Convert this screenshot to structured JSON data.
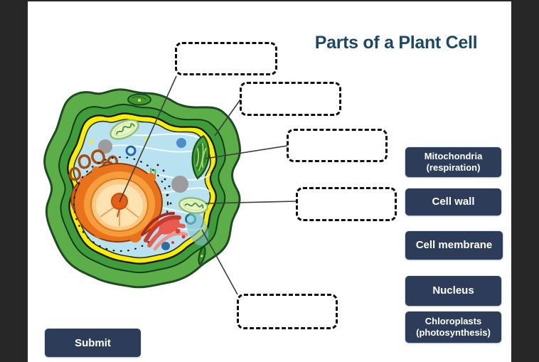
{
  "title": "Parts of a Plant Cell",
  "colors": {
    "frame": "#272727",
    "title_text": "#1c4866",
    "tile_bg": "#2d3d59",
    "tile_text": "#ffffff",
    "cell_wall_green": "#5cae49",
    "inner_wall_green": "#3f9c3b",
    "membrane_yellow": "#f8ee00",
    "cytoplasm_blue": "#b9e2f1",
    "nucleus_orange": "#e8731c",
    "dashed_box_border": "#0f0f0f"
  },
  "drop_zones": [
    {
      "id": "nucleus",
      "value": ""
    },
    {
      "id": "cell-wall",
      "value": ""
    },
    {
      "id": "chloroplasts",
      "value": ""
    },
    {
      "id": "mitochondria",
      "value": ""
    },
    {
      "id": "cell-membrane",
      "value": ""
    }
  ],
  "answers": [
    {
      "label": "Mitochondria (respiration)"
    },
    {
      "label": "Cell wall"
    },
    {
      "label": "Cell membrane"
    },
    {
      "label": "Nucleus"
    },
    {
      "label": "Chloroplasts (photosynthesis)"
    }
  ],
  "submit": {
    "label": "Submit"
  }
}
